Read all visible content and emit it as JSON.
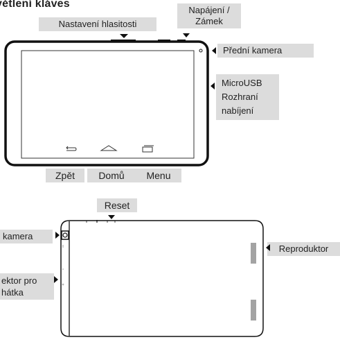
{
  "title": "větlení kláves",
  "front_labels": {
    "volume": "Nastavení hlasitosti",
    "power_line1": "Napájení /",
    "power_line2": "Zámek",
    "front_camera": "Přední kamera",
    "usb_line1": "MicroUSB",
    "usb_line2": "Rozhraní",
    "usb_line3": "nabíjení",
    "back": "Zpět",
    "home": "Domů",
    "menu": "Menu"
  },
  "rear_labels": {
    "reset": "Reset",
    "camera": "kamera",
    "audio_line1": "ektor pro",
    "audio_line2": "hátka",
    "speaker": "Reproduktor"
  },
  "icons": [
    "back-arrow-icon",
    "home-icon",
    "recent-apps-icon",
    "camera-lens-icon",
    "speaker-grille-icon"
  ]
}
